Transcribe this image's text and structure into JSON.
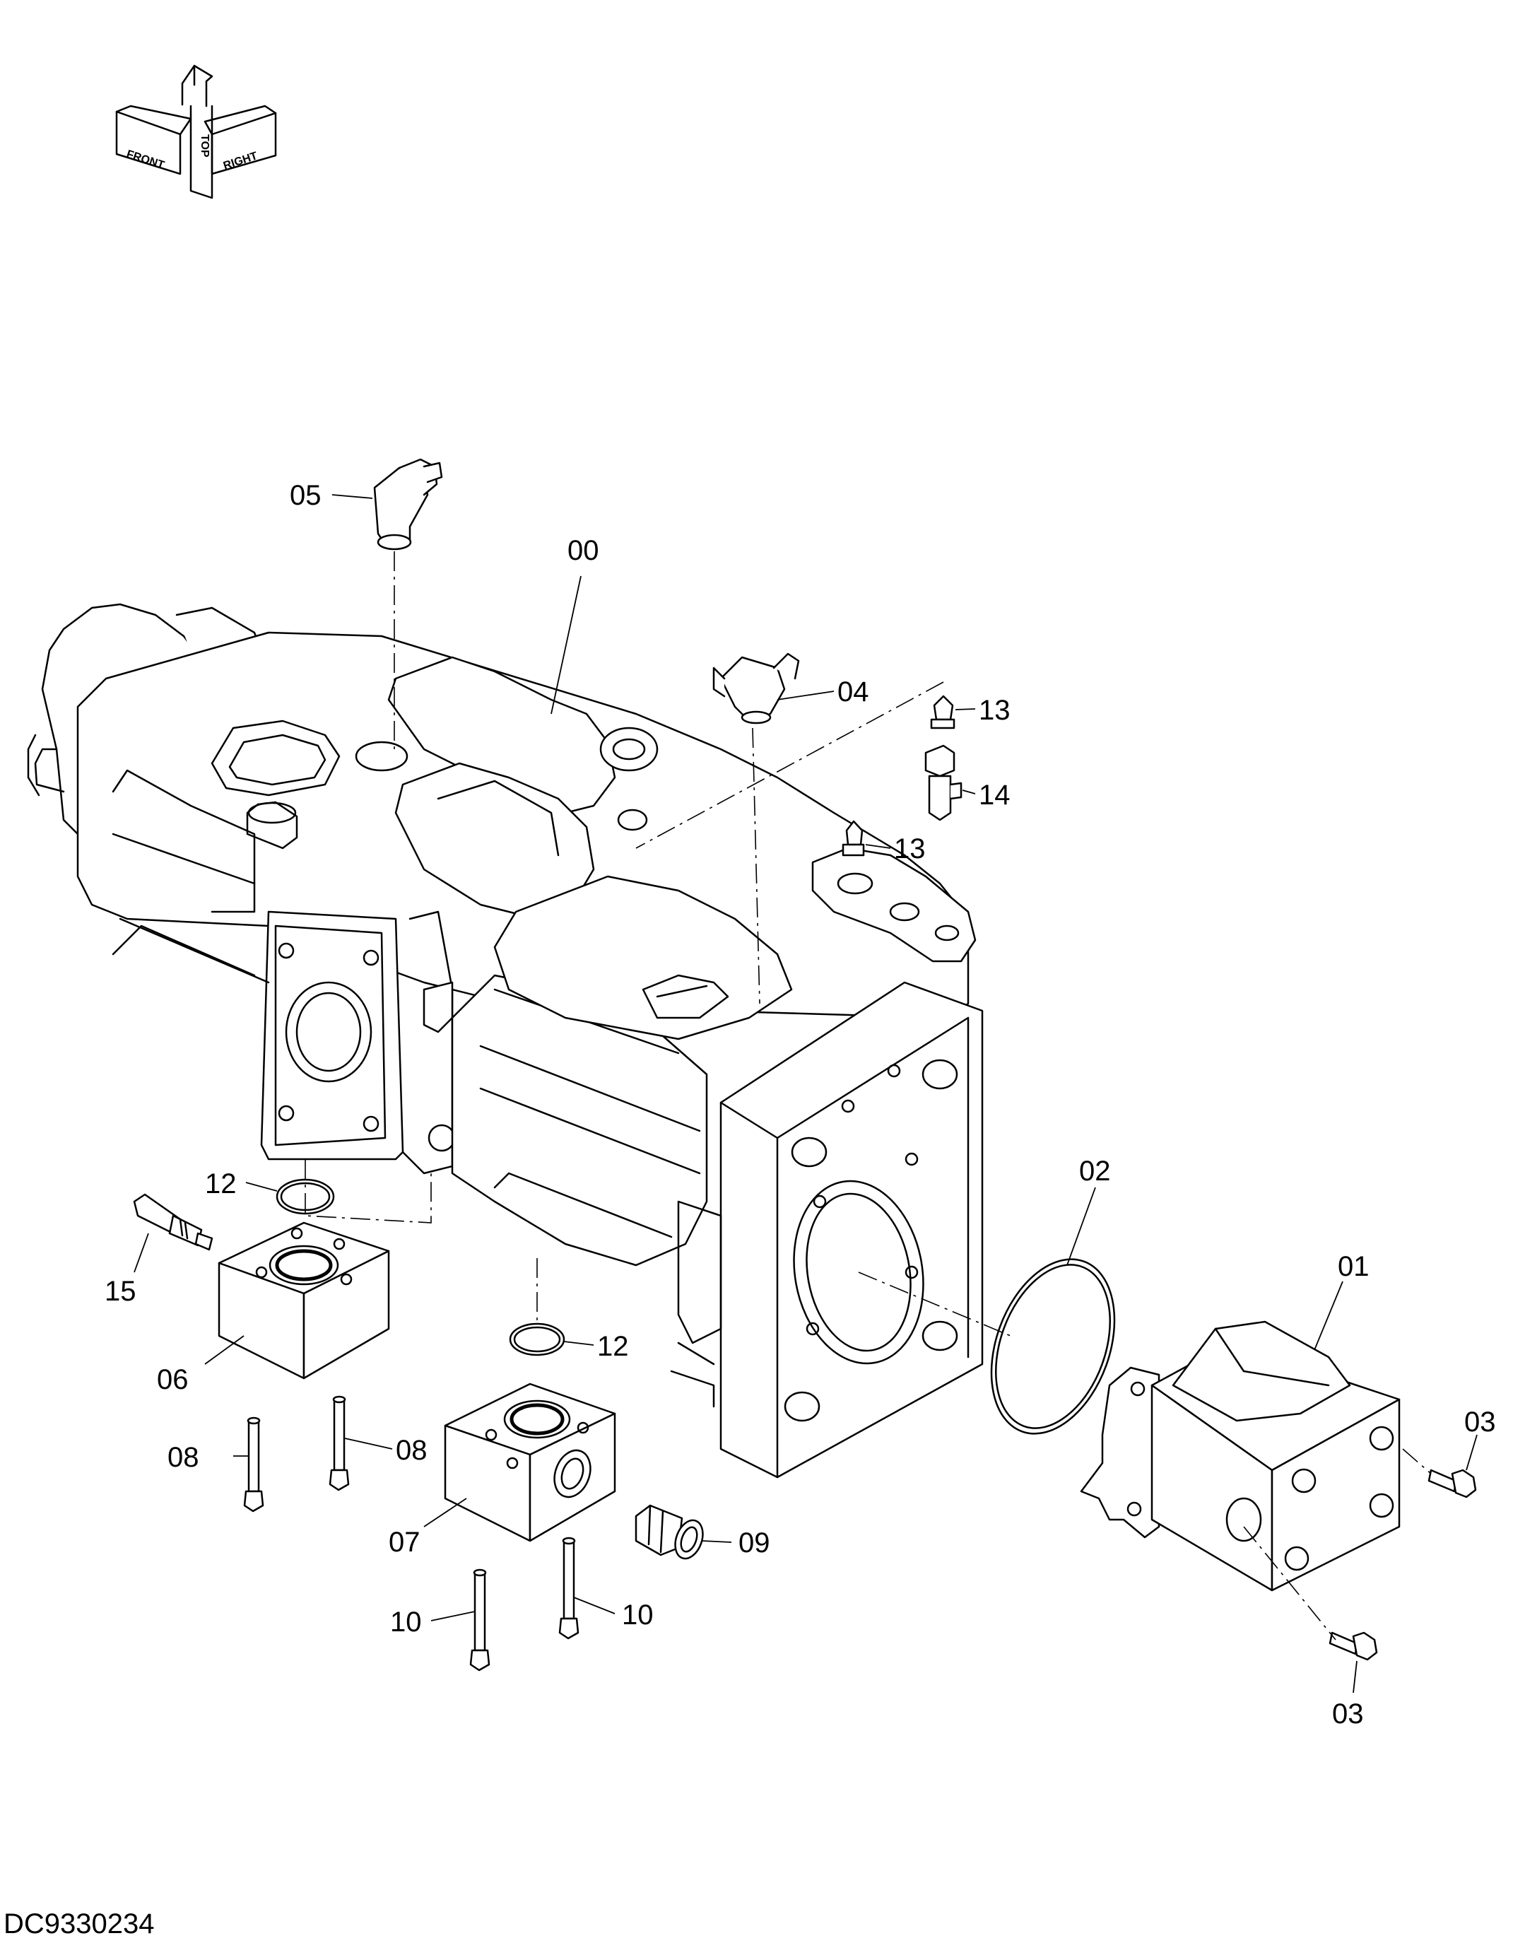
{
  "document_id": "DC9330234",
  "orientation_marker": {
    "labels": [
      "FRONT",
      "TOP",
      "RIGHT"
    ]
  },
  "callouts": [
    {
      "id": "c00",
      "label": "00"
    },
    {
      "id": "c01",
      "label": "01"
    },
    {
      "id": "c02",
      "label": "02"
    },
    {
      "id": "c03a",
      "label": "03"
    },
    {
      "id": "c03b",
      "label": "03"
    },
    {
      "id": "c04",
      "label": "04"
    },
    {
      "id": "c05",
      "label": "05"
    },
    {
      "id": "c06",
      "label": "06"
    },
    {
      "id": "c07",
      "label": "07"
    },
    {
      "id": "c08a",
      "label": "08"
    },
    {
      "id": "c08b",
      "label": "08"
    },
    {
      "id": "c09",
      "label": "09"
    },
    {
      "id": "c10a",
      "label": "10"
    },
    {
      "id": "c10b",
      "label": "10"
    },
    {
      "id": "c12a",
      "label": "12"
    },
    {
      "id": "c12b",
      "label": "12"
    },
    {
      "id": "c13a",
      "label": "13"
    },
    {
      "id": "c13b",
      "label": "13"
    },
    {
      "id": "c14",
      "label": "14"
    },
    {
      "id": "c15",
      "label": "15"
    }
  ]
}
